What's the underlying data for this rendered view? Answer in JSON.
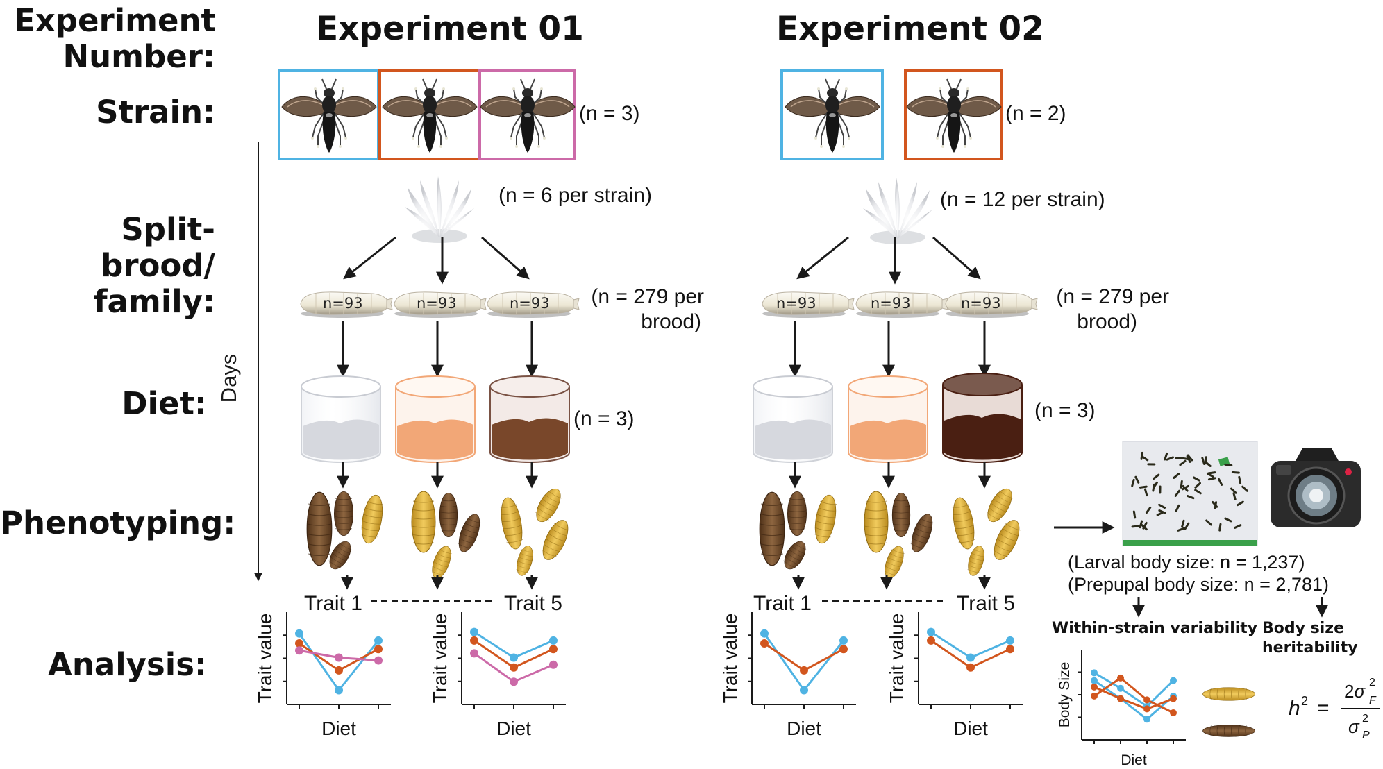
{
  "row_labels": {
    "experiment_number": "Experiment Number:",
    "strain": "Strain:",
    "split_brood": "Split-brood/ family:",
    "diet": "Diet:",
    "phenotyping": "Phenotyping:",
    "analysis": "Analysis:"
  },
  "time_axis_label": "Days",
  "experiments": [
    {
      "title": "Experiment 01",
      "strain_n": "(n = 3)",
      "brood_n": "(n = 6 per strain)",
      "larva_label": "n=93",
      "larvae_n_line1": "(n = 279 per",
      "larvae_n_line2": "brood)",
      "diet_n": "(n = 3)",
      "trait_first": "Trait 1",
      "trait_last": "Trait 5",
      "ylabel": "Trait value",
      "xlabel": "Diet"
    },
    {
      "title": "Experiment 02",
      "strain_n": "(n = 2)",
      "brood_n": "(n = 12 per strain)",
      "larva_label": "n=93",
      "larvae_n_line1": "(n = 279 per",
      "larvae_n_line2": "brood)",
      "diet_n": "(n = 3)",
      "trait_first": "Trait 1",
      "trait_last": "Trait 5",
      "ylabel": "Trait value",
      "xlabel": "Diet"
    }
  ],
  "imaging": {
    "larval_size": "(Larval body size: n = 1,237)",
    "prepupal_size": "(Prepupal body size: n = 2,781)",
    "within_strain": "Within-strain variability",
    "heritability_line1": "Body size",
    "heritability_line2": "heritability",
    "body_size_ylabel": "Body Size",
    "body_size_xlabel": "Diet"
  },
  "colors": {
    "strain_blue": "#4fb3e3",
    "strain_orange": "#d2561e",
    "strain_pink": "#cc6aa8",
    "diet_white": "#d6d8de",
    "diet_orange": "#f2a777",
    "diet_brown_light": "#79472a",
    "diet_brown_dark": "#4a1f12"
  },
  "chart_data": [
    {
      "type": "line",
      "panel": "Experiment 01 - Trait 1",
      "x": [
        1,
        2,
        3
      ],
      "series": [
        {
          "color": "#4fb3e3",
          "values": [
            5,
            1,
            4.5
          ]
        },
        {
          "color": "#d2561e",
          "values": [
            4.3,
            2.4,
            3.9
          ]
        },
        {
          "color": "#cc6aa8",
          "values": [
            3.8,
            3.3,
            3.1
          ]
        }
      ],
      "ylim": [
        0,
        6.5
      ],
      "xlabel": "Diet",
      "ylabel": "Trait value"
    },
    {
      "type": "line",
      "panel": "Experiment 01 - Trait 5",
      "x": [
        1,
        2,
        3
      ],
      "series": [
        {
          "color": "#4fb3e3",
          "values": [
            5.1,
            3.3,
            4.5
          ]
        },
        {
          "color": "#d2561e",
          "values": [
            4.5,
            2.6,
            3.9
          ]
        },
        {
          "color": "#cc6aa8",
          "values": [
            3.6,
            1.6,
            2.8
          ]
        }
      ],
      "ylim": [
        0,
        6.5
      ],
      "xlabel": "Diet",
      "ylabel": "Trait value"
    },
    {
      "type": "line",
      "panel": "Experiment 02 - Trait 1",
      "x": [
        1,
        2,
        3
      ],
      "series": [
        {
          "color": "#4fb3e3",
          "values": [
            5,
            1,
            4.5
          ]
        },
        {
          "color": "#d2561e",
          "values": [
            4.3,
            2.4,
            3.9
          ]
        }
      ],
      "ylim": [
        0,
        6.5
      ],
      "xlabel": "Diet",
      "ylabel": "Trait value"
    },
    {
      "type": "line",
      "panel": "Experiment 02 - Trait 5",
      "x": [
        1,
        2,
        3
      ],
      "series": [
        {
          "color": "#4fb3e3",
          "values": [
            5.1,
            3.3,
            4.5
          ]
        },
        {
          "color": "#d2561e",
          "values": [
            4.5,
            2.6,
            3.9
          ]
        }
      ],
      "ylim": [
        0,
        6.5
      ],
      "xlabel": "Diet",
      "ylabel": "Trait value"
    },
    {
      "type": "line",
      "panel": "Within-strain variability",
      "x": [
        1,
        2,
        3,
        4
      ],
      "series": [
        {
          "color": "#4fb3e3",
          "values": [
            5.2,
            4,
            2.6,
            4.6
          ]
        },
        {
          "color": "#4fb3e3",
          "values": [
            4.6,
            3.2,
            1.6,
            3.4
          ]
        },
        {
          "color": "#d2561e",
          "values": [
            4.1,
            3.2,
            2.4,
            3.2
          ]
        },
        {
          "color": "#d2561e",
          "values": [
            3.4,
            4.8,
            3.1,
            2.1
          ]
        }
      ],
      "ylim": [
        0,
        7
      ],
      "xlabel": "Diet",
      "ylabel": "Body Size"
    }
  ]
}
